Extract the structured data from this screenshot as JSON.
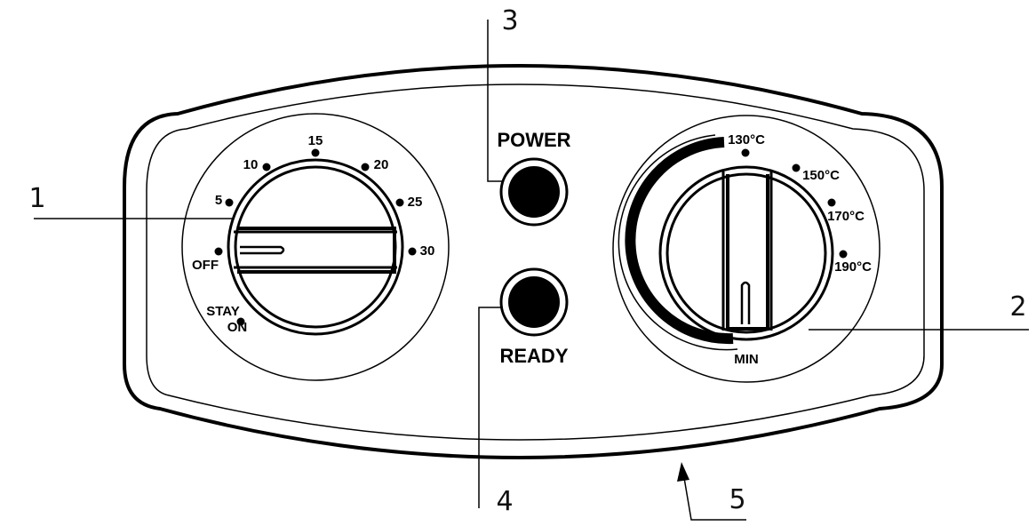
{
  "callouts": {
    "timer": "1",
    "temperature": "2",
    "power": "3",
    "ready": "4",
    "panel": "5"
  },
  "timer_dial": {
    "stay": "STAY",
    "on": "ON",
    "off": "OFF",
    "t5": "5",
    "t10": "10",
    "t15": "15",
    "t20": "20",
    "t25": "25",
    "t30": "30"
  },
  "temperature_dial": {
    "min": "MIN",
    "t130": "130°C",
    "t150": "150°C",
    "t170": "170°C",
    "t190": "190°C"
  },
  "indicators": {
    "power_label": "POWER",
    "ready_label": "READY"
  }
}
